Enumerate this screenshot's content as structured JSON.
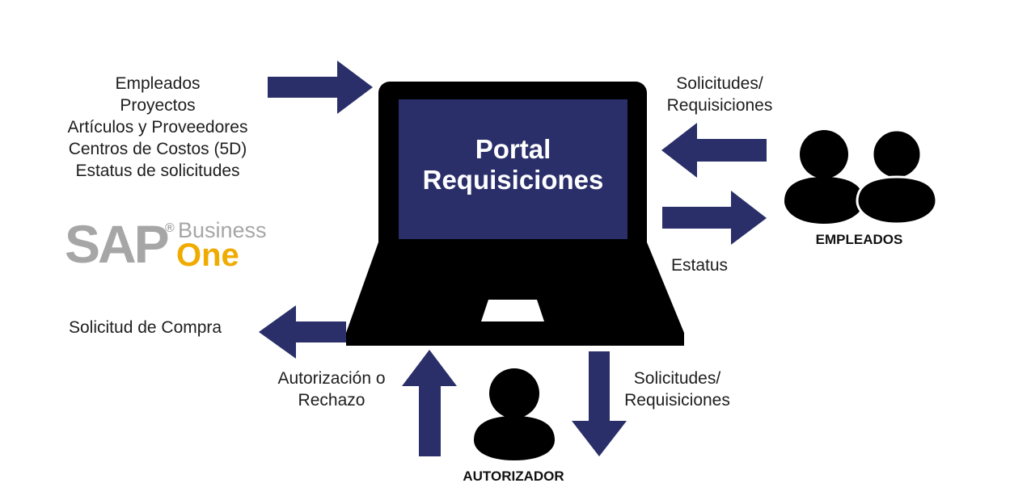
{
  "inputs": {
    "items": [
      "Empleados",
      "Proyectos",
      "Artículos y Proveedores",
      "Centros de Costos (5D)",
      "Estatus de solicitudes"
    ]
  },
  "portal": {
    "line1": "Portal",
    "line2": "Requisiciones"
  },
  "sap_logo": {
    "brand": "SAP",
    "registered": "®",
    "word1": "Business",
    "word2": "One",
    "brand_color": "#a6a6a6",
    "accent_color": "#f0ab00"
  },
  "employees": {
    "label": "EMPLEADOS",
    "incoming": [
      "Solicitudes/",
      "Requisiciones"
    ],
    "outgoing": "Estatus"
  },
  "purchase": {
    "label": "Solicitud de Compra"
  },
  "authorizer": {
    "label": "AUTORIZADOR",
    "decision": [
      "Autorización o",
      "Rechazo"
    ],
    "incoming": [
      "Solicitudes/",
      "Requisiciones"
    ]
  },
  "colors": {
    "arrow": "#2a2f6a",
    "screen": "#2a2f6a",
    "device": "#000000"
  }
}
